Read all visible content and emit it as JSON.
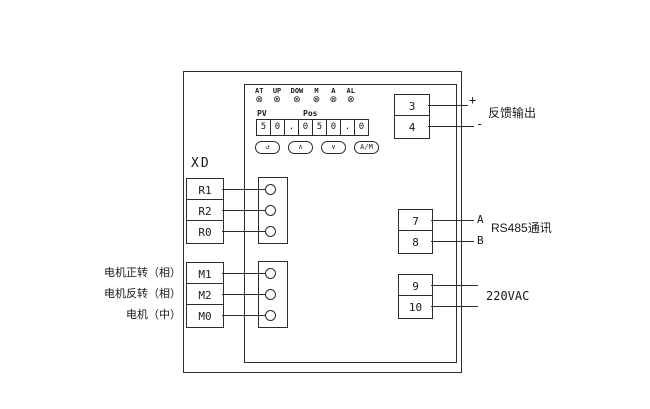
{
  "panel": {
    "xd_label": "XD",
    "lamp_symbol": "⊗",
    "indicators": [
      "AT",
      "UP",
      "DOW",
      "M",
      "A",
      "AL"
    ],
    "display": {
      "pv_label": "PV",
      "pos_label": "Pos",
      "cells": [
        "5",
        "0",
        ".",
        "0",
        "5",
        "0",
        ".",
        "0"
      ]
    },
    "buttons": [
      "↺",
      "∧",
      "∨",
      "A/M"
    ]
  },
  "left": {
    "relay_terminals": [
      "R1",
      "R2",
      "R0"
    ],
    "motor_terminals": [
      "M1",
      "M2",
      "M0"
    ],
    "motor_labels": [
      "电机正转（相）",
      "电机反转（相）",
      "电机（中）"
    ]
  },
  "right": {
    "feedback": {
      "t1": "3",
      "t2": "4",
      "plus": "+",
      "minus": "-",
      "label": "反馈输出"
    },
    "rs485": {
      "t1": "7",
      "t2": "8",
      "pin_a": "A",
      "pin_b": "B",
      "label": "RS485通讯"
    },
    "power": {
      "t1": "9",
      "t2": "10",
      "label": "220VAC"
    }
  }
}
